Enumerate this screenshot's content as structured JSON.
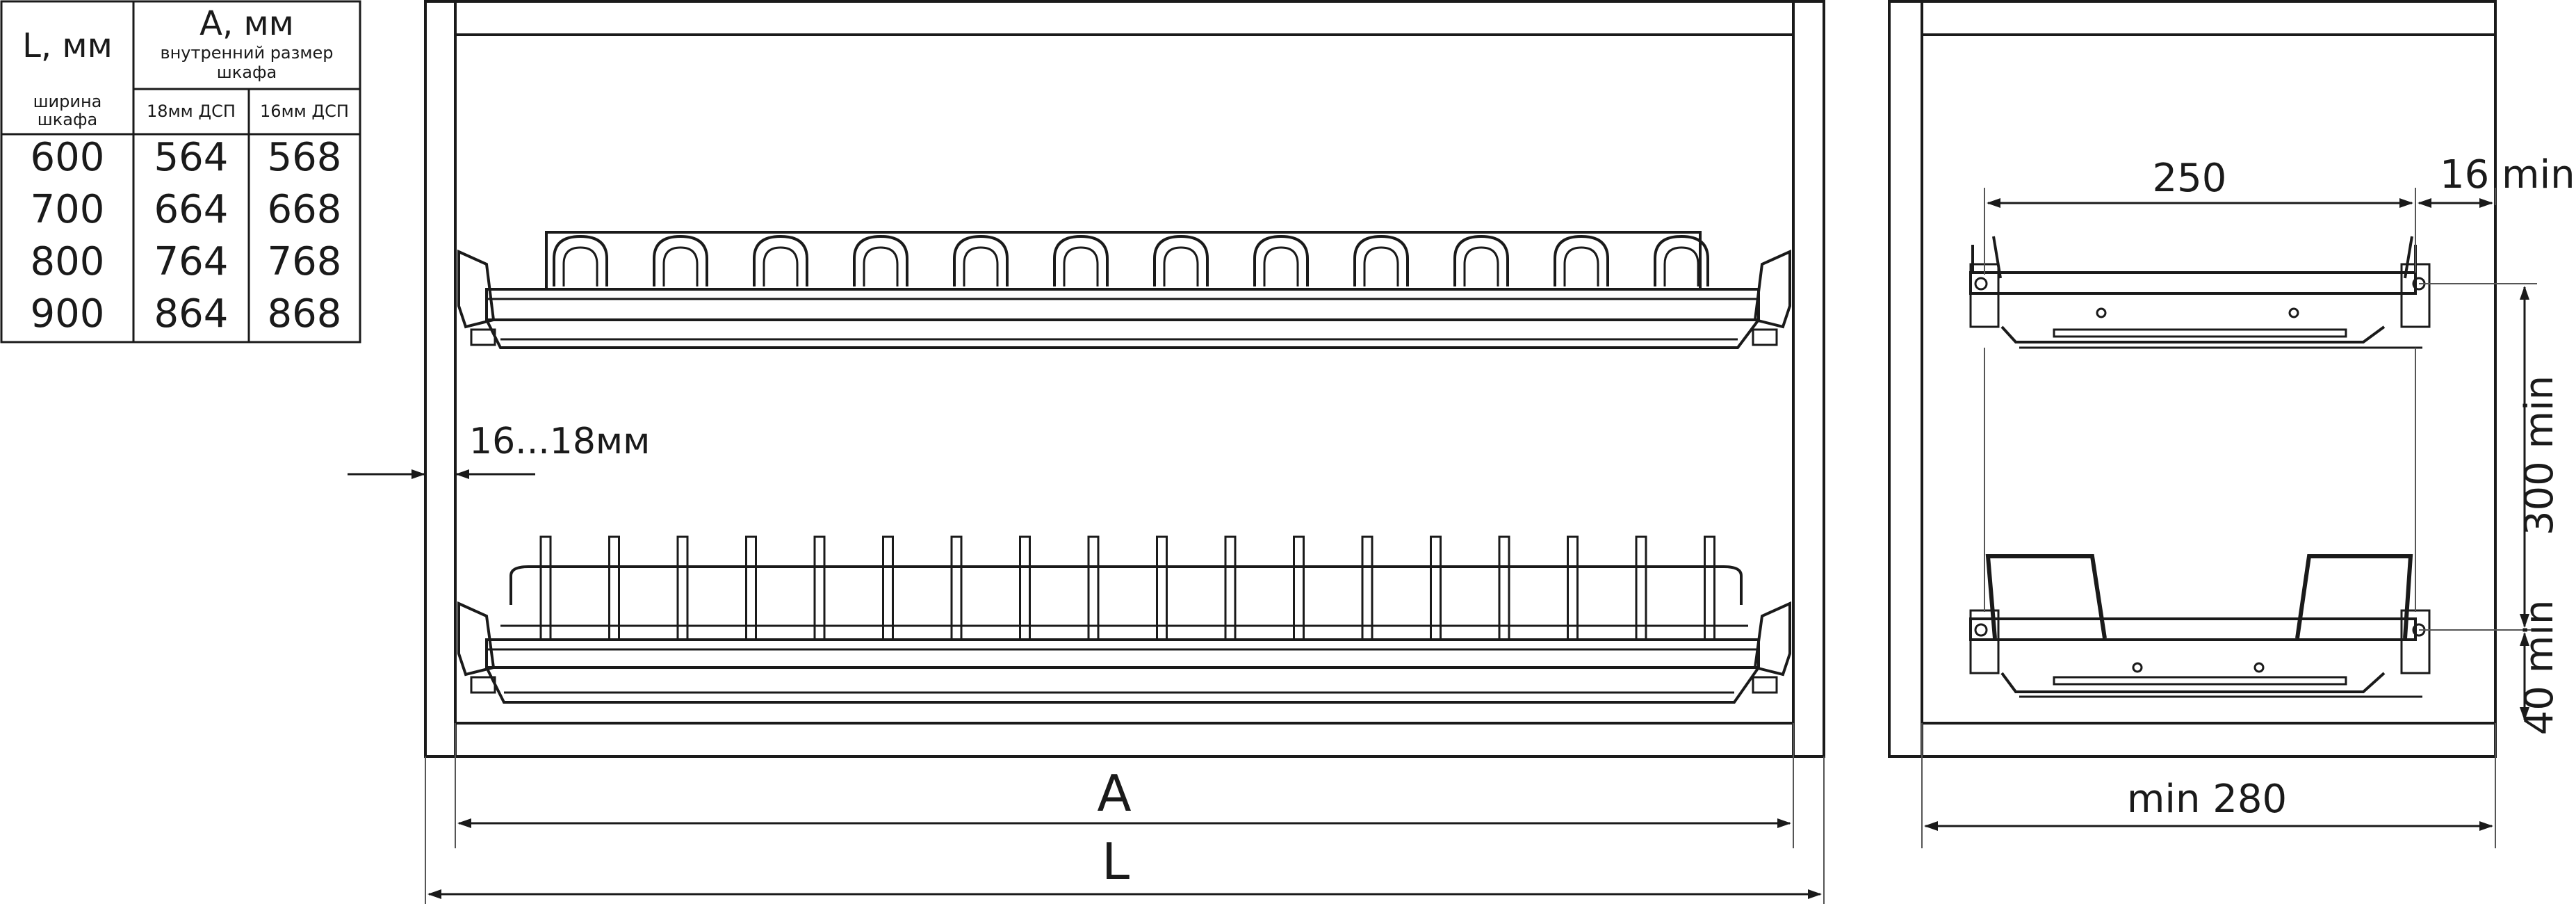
{
  "table": {
    "col_l_header": "L, мм",
    "col_a_header": "A, мм",
    "col_a_subheader": "внутренний размер шкафа",
    "col_l_sub_line1": "ширина",
    "col_l_sub_line2": "шкафа",
    "col_18_header": "18мм ДСП",
    "col_16_header": "16мм ДСП",
    "rows": [
      [
        "600",
        "564",
        "568"
      ],
      [
        "700",
        "664",
        "668"
      ],
      [
        "800",
        "764",
        "768"
      ],
      [
        "900",
        "864",
        "868"
      ]
    ]
  },
  "front_view": {
    "panel_label": "16...18мм",
    "dim_a_label": "A",
    "dim_l_label": "L"
  },
  "side_view": {
    "dim_depth_label": "250",
    "dim_offset_label": "16 min",
    "dim_height_label": "300 min",
    "dim_bottom_label": "40 min",
    "dim_min_depth_label": "min 280"
  }
}
